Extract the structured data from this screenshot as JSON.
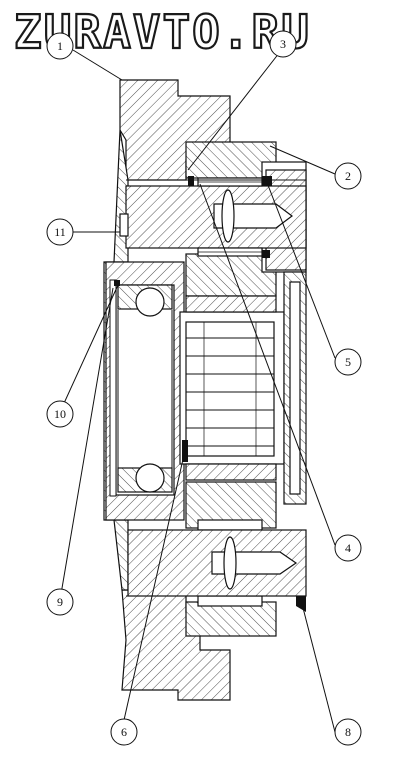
{
  "watermark": "ZURAVTO.RU",
  "callouts": [
    {
      "id": "callout-1",
      "label": "1"
    },
    {
      "id": "callout-2",
      "label": "2"
    },
    {
      "id": "callout-3",
      "label": "3"
    },
    {
      "id": "callout-4",
      "label": "4"
    },
    {
      "id": "callout-5",
      "label": "5"
    },
    {
      "id": "callout-6",
      "label": "6"
    },
    {
      "id": "callout-8",
      "label": "8"
    },
    {
      "id": "callout-9",
      "label": "9"
    },
    {
      "id": "callout-10",
      "label": "10"
    },
    {
      "id": "callout-11",
      "label": "11"
    }
  ]
}
